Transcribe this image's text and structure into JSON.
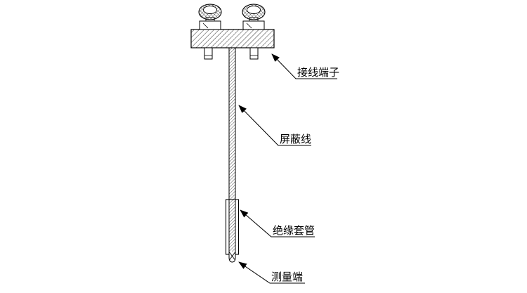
{
  "diagram": {
    "type": "technical-diagram",
    "subject": "thermocouple-probe-structure",
    "background": "#ffffff",
    "line_color": "#000000",
    "labels": {
      "terminal": "接线端子",
      "shield_wire": "屏蔽线",
      "insulation_sleeve": "绝缘套管",
      "measuring_end": "测量端"
    }
  }
}
